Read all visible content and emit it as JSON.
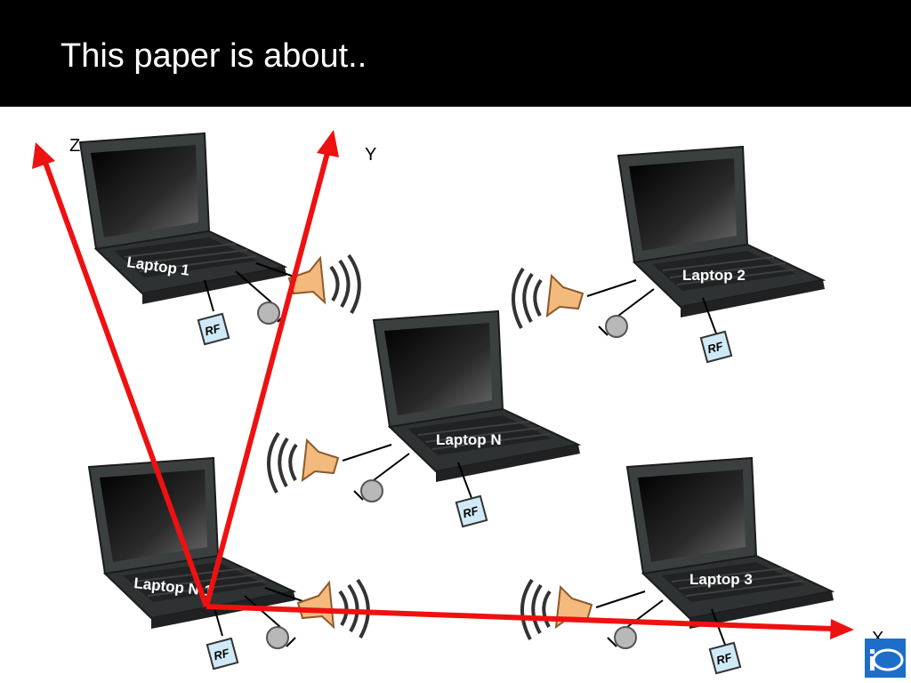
{
  "slide": {
    "title": "This paper is about.."
  },
  "axes": {
    "x": "X",
    "y": "Y",
    "z": "Z"
  },
  "laptops": [
    {
      "label": "Laptop 1"
    },
    {
      "label": "Laptop 2"
    },
    {
      "label": "Laptop N"
    },
    {
      "label": "Laptop N-1"
    },
    {
      "label": "Laptop 3"
    }
  ],
  "rf": "RF",
  "colors": {
    "axis": "#ee1111",
    "header": "#000000",
    "speaker": "#f4b97c",
    "rf_box": "#cfeaf6"
  },
  "icons": [
    "laptop-icon",
    "speaker-icon",
    "microphone-icon",
    "sound-wave-icon",
    "rf-module-icon",
    "logo-icon"
  ]
}
